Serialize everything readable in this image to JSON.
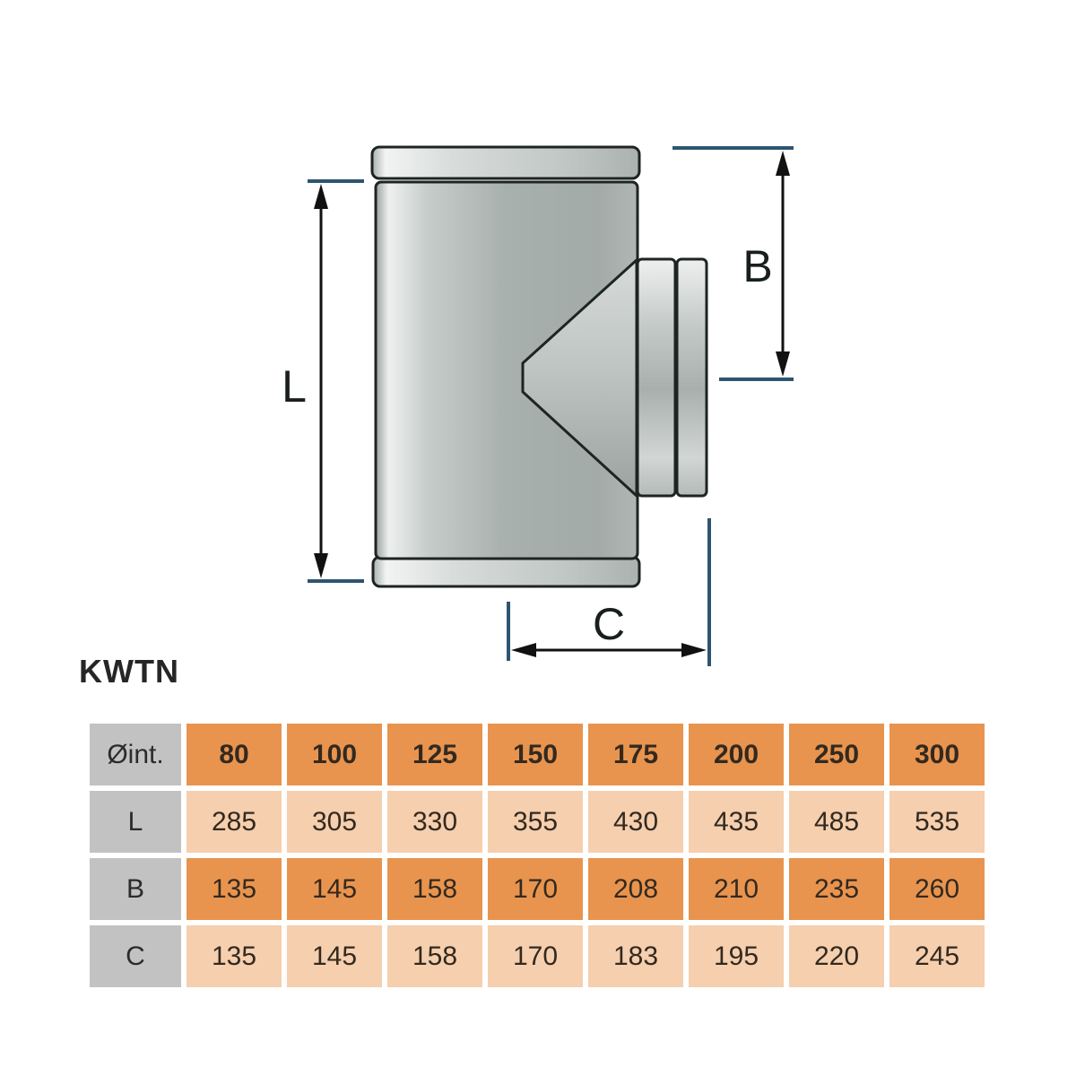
{
  "product": {
    "code": "KWTN"
  },
  "diagram": {
    "dim_l_label": "L",
    "dim_b_label": "B",
    "dim_c_label": "C"
  },
  "table": {
    "header": {
      "label": "Øint.",
      "sizes": [
        "80",
        "100",
        "125",
        "150",
        "175",
        "200",
        "250",
        "300"
      ]
    },
    "rows": [
      {
        "label": "L",
        "values": [
          "285",
          "305",
          "330",
          "355",
          "430",
          "435",
          "485",
          "535"
        ]
      },
      {
        "label": "B",
        "values": [
          "135",
          "145",
          "158",
          "170",
          "208",
          "210",
          "235",
          "260"
        ]
      },
      {
        "label": "C",
        "values": [
          "135",
          "145",
          "158",
          "170",
          "183",
          "195",
          "220",
          "245"
        ]
      }
    ]
  },
  "colors": {
    "orange_dark": "#e8944e",
    "orange_light": "#f5cfae",
    "label_gray": "#c2c2c2",
    "dimension_blue": "#2e5570",
    "outline_dark": "#1d2422",
    "text_dark": "#33291f"
  }
}
